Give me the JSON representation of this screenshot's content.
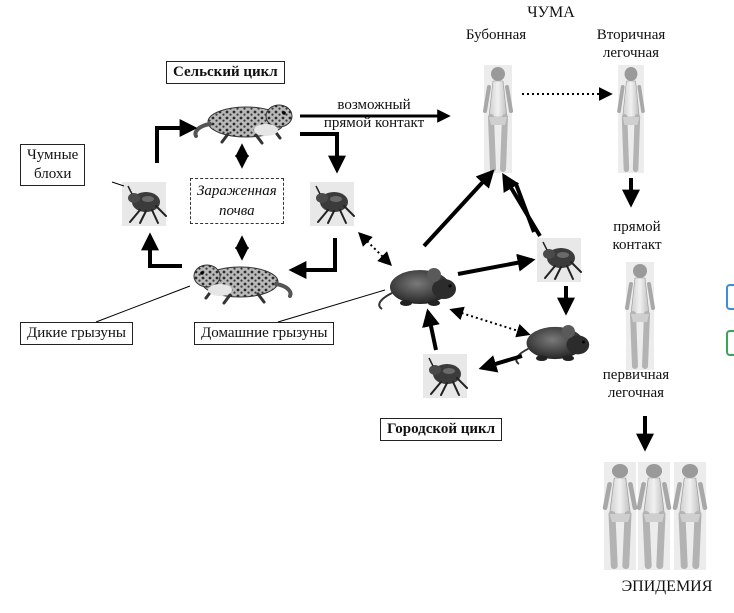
{
  "title": "ЧУМА",
  "plague_forms": {
    "bubonic": "Бубонная",
    "secondary_pneumonic": "Вторичная\nлегочная",
    "primary_pneumonic": "первичная\nлегочная"
  },
  "transmission": {
    "possible_direct_contact": "возможный\nпрямой контакт",
    "direct_contact": "прямой\nконтакт"
  },
  "epidemic": "ЭПИДЕМИЯ",
  "rural_cycle": {
    "title": "Сельский цикл",
    "infected_soil": "Зараженная\nпочва",
    "plague_fleas": "Чумные\nблохи",
    "wild_rodents": "Дикие грызуны",
    "domestic_rodents": "Домашние грызуны"
  },
  "urban_cycle": {
    "title": "Городской цикл"
  },
  "colors": {
    "arrow": "#000000",
    "box_border": "#222222",
    "side_accent_blue": "#3a8fd6",
    "side_accent_green": "#3aa55a"
  },
  "icons": [
    "ground-squirrel-icon",
    "flea-icon",
    "rat-icon",
    "mouse-icon",
    "person-icon"
  ]
}
